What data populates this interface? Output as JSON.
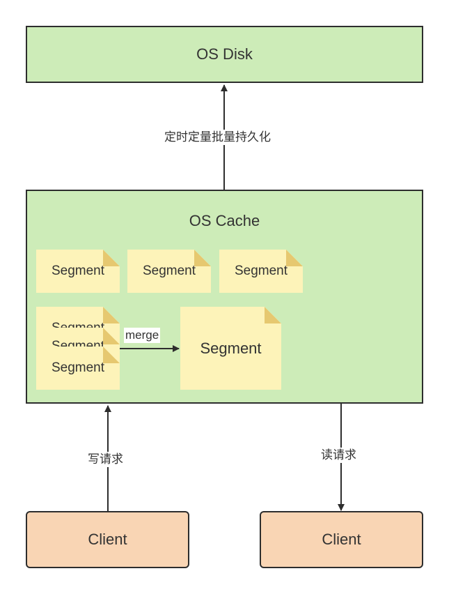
{
  "nodes": {
    "disk": "OS Disk",
    "cache": "OS Cache",
    "segments_row": [
      "Segment",
      "Segment",
      "Segment"
    ],
    "segments_stack": [
      "Segment",
      "Segment",
      "Segment"
    ],
    "merged_segment": "Segment",
    "client_write": "Client",
    "client_read": "Client"
  },
  "edges": {
    "persist": "定时定量批量持久化",
    "merge": "merge",
    "write": "写请求",
    "read": "读请求"
  },
  "colors": {
    "storage_fill": "#cdecb8",
    "client_fill": "#f9d5b4",
    "segment_fill": "#fdf3b9",
    "segment_fold": "#e6c870",
    "line": "#2d2d2d"
  }
}
